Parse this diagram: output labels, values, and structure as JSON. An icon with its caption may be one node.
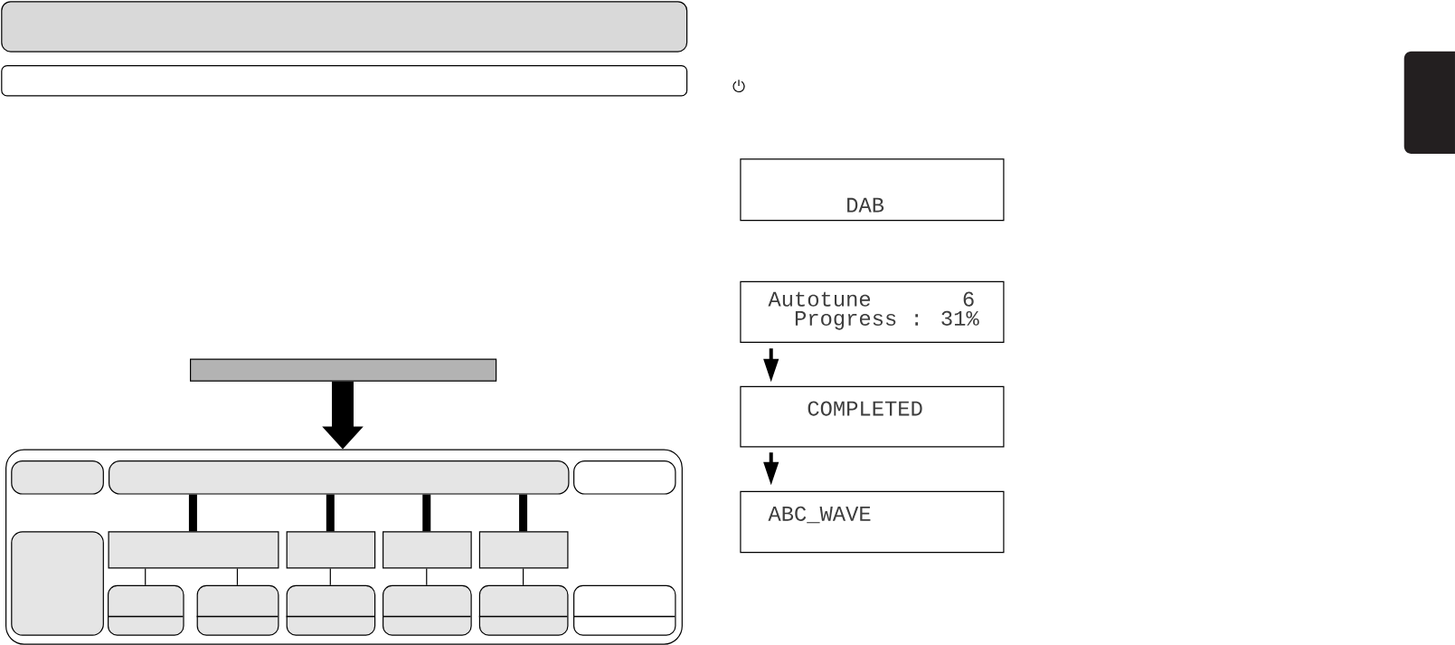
{
  "diagram": {
    "nodes": [
      {
        "text": [],
        "shape": "box"
      },
      {
        "text": [],
        "shape": "box"
      },
      {
        "text": [],
        "shape": "bar"
      },
      {
        "text": [],
        "shape": "box"
      },
      {
        "text": [],
        "shape": "box",
        "in": 3
      },
      {
        "text": [],
        "shape": "box",
        "in": 3
      },
      {
        "text": [],
        "shape": "box",
        "in": 3
      },
      {
        "text": [],
        "shape": "box",
        "in": 3
      },
      {
        "text": [],
        "shape": "box",
        "in": 3
      },
      {
        "text": [],
        "shape": "box",
        "in": 3
      },
      {
        "text": [],
        "shape": "box",
        "in": 3
      },
      {
        "text": [],
        "shape": "box",
        "in": 3
      },
      {
        "text": [],
        "shape": "box",
        "in": 3
      },
      {
        "text": [],
        "shape": "box",
        "in": 3
      },
      {
        "text": [],
        "shape": "box",
        "in": 3
      },
      {
        "text": [],
        "shape": "box",
        "in": 3
      },
      {
        "text": [],
        "shape": "box",
        "in": 3
      },
      {
        "text": [],
        "shape": "box",
        "in": 3
      },
      {
        "text": [
          "DAB"
        ]
      },
      {
        "text": [
          "Autotune",
          "6",
          "Progress : 31%"
        ]
      },
      {
        "text": [
          "COMPLETED"
        ]
      },
      {
        "text": [
          "ABC_WAVE"
        ]
      },
      {
        "text": [],
        "shape": "tab"
      }
    ],
    "edges": [
      {
        "from": 2,
        "to": 3,
        "arrow": "to",
        "style": "thick"
      },
      {
        "from": 5,
        "to": 8,
        "arrow": "none",
        "style": "thick"
      },
      {
        "from": 5,
        "to": 9,
        "arrow": "none",
        "style": "thick"
      },
      {
        "from": 5,
        "to": 10,
        "arrow": "none",
        "style": "thick"
      },
      {
        "from": 5,
        "to": 11,
        "arrow": "none",
        "style": "thick"
      },
      {
        "from": 8,
        "to": 12,
        "arrow": "none"
      },
      {
        "from": 8,
        "to": 13,
        "arrow": "none"
      },
      {
        "from": 9,
        "to": 14,
        "arrow": "none"
      },
      {
        "from": 10,
        "to": 15,
        "arrow": "none"
      },
      {
        "from": 11,
        "to": 16,
        "arrow": "none"
      },
      {
        "from": 19,
        "to": 20,
        "arrow": "to"
      },
      {
        "from": 20,
        "to": 21,
        "arrow": "to"
      }
    ]
  }
}
